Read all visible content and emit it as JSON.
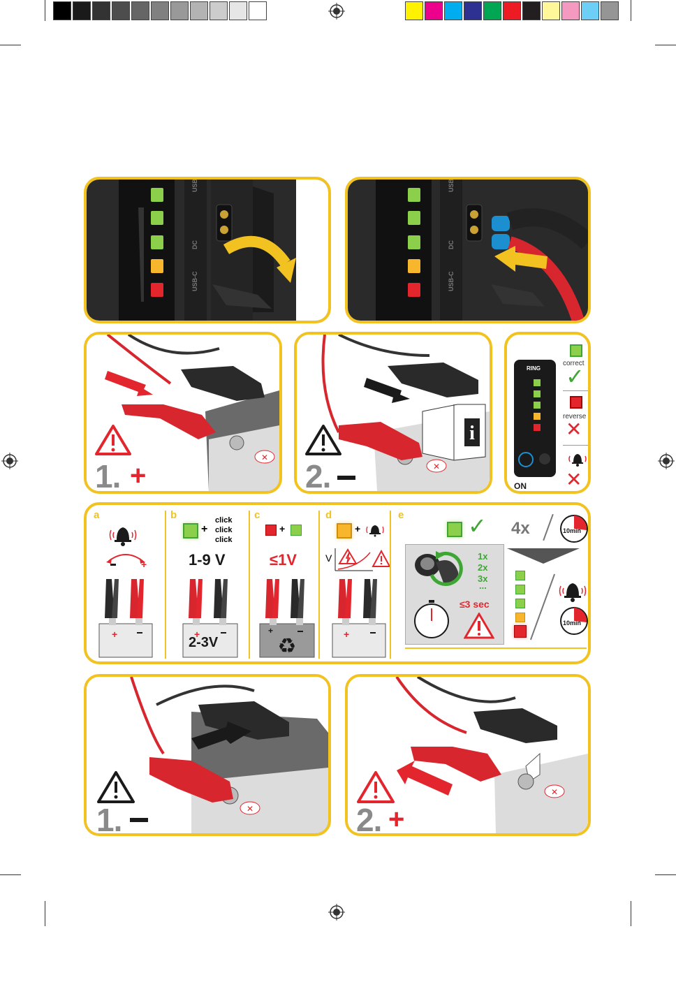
{
  "colors": {
    "accent": "#f2c320",
    "red": "#e3262e",
    "green": "#3fa535",
    "led_green": "#8ccf4a",
    "led_yellow": "#f7b62b",
    "dark": "#1a1a1a"
  },
  "bars": {
    "greys": [
      "#000000",
      "#1a1a1a",
      "#333333",
      "#4d4d4d",
      "#666666",
      "#808080",
      "#999999",
      "#b3b3b3",
      "#cccccc",
      "#e6e6e6",
      "#ffffff"
    ],
    "process": [
      "#fff200",
      "#ec008c",
      "#00aeef",
      "#2e3192",
      "#00a651",
      "#ed1c24",
      "#231f20",
      "#fff799",
      "#f49ac1",
      "#6dcff6",
      "#959595"
    ]
  },
  "panel1": {
    "labels": {
      "usb_a": "USB-A",
      "dc": "DC",
      "usb_c": "USB-C"
    }
  },
  "panel2": {
    "labels": {
      "usb_a": "USB-A",
      "dc": "DC",
      "usb_c": "USB-C"
    }
  },
  "connect": {
    "step1": "1.",
    "step2": "2."
  },
  "status": {
    "correct": "correct",
    "reverse": "reverse",
    "on": "ON",
    "brand": "RING"
  },
  "modes": {
    "a": {
      "letter": "a"
    },
    "b": {
      "letter": "b",
      "click1": "click",
      "click2": "click",
      "click3": "click",
      "voltage": "1-9 V",
      "battery": "2-3V"
    },
    "c": {
      "letter": "c",
      "voltage": "≤1V"
    },
    "d": {
      "letter": "d",
      "axis": "V"
    },
    "e": {
      "letter": "e",
      "count": "4x",
      "timer": "10min",
      "timer2": "10min",
      "presses": [
        "1x",
        "2x",
        "3x",
        "..."
      ],
      "limit": "≤3 sec"
    }
  },
  "disconnect": {
    "step1": "1.",
    "step2": "2."
  }
}
